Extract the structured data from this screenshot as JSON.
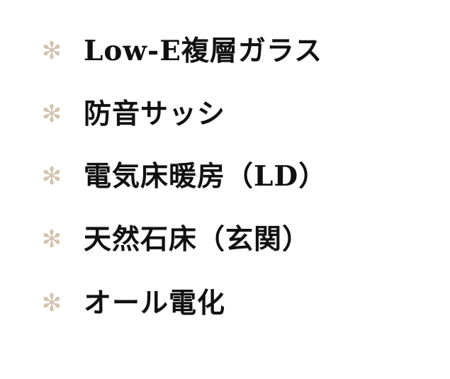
{
  "colors": {
    "bullet": "#d4c4b0",
    "text": "#111111"
  },
  "bullet_icon": "asterisk-icon",
  "items": [
    {
      "label": "Low-E複層ガラス"
    },
    {
      "label": "防音サッシ"
    },
    {
      "label": "電気床暖房（LD）"
    },
    {
      "label": "天然石床（玄関）"
    },
    {
      "label": "オール電化"
    }
  ]
}
